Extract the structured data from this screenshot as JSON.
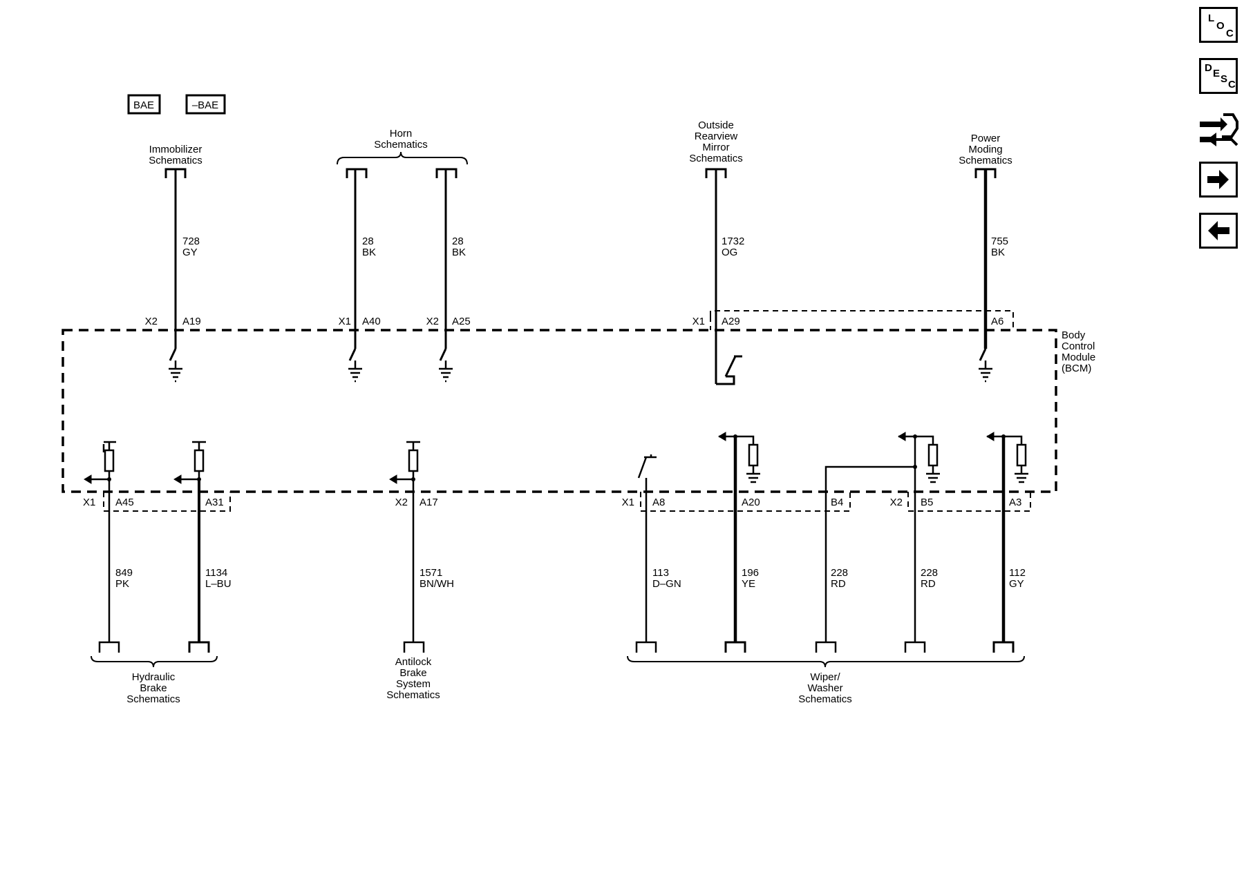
{
  "options": {
    "bae": "BAE",
    "no_bae": "–BAE"
  },
  "nav": {
    "loc": {
      "l1": "L",
      "l2": "O",
      "l3": "C"
    },
    "desc": {
      "l1": "D",
      "l2": "E",
      "l3": "S",
      "l4": "C"
    },
    "icons": [
      "loc-icon",
      "desc-icon",
      "connector-tool-icon",
      "next-arrow-icon",
      "previous-arrow-icon"
    ]
  },
  "module": {
    "line1": "Body",
    "line2": "Control",
    "line3": "Module",
    "line4": "(BCM)"
  },
  "top_destinations": {
    "immobilizer": {
      "line1": "Immobilizer",
      "line2": "Schematics"
    },
    "horn": {
      "line1": "Horn",
      "line2": "Schematics"
    },
    "mirror": {
      "line1": "Outside",
      "line2": "Rearview",
      "line3": "Mirror",
      "line4": "Schematics"
    },
    "power": {
      "line1": "Power",
      "line2": "Moding",
      "line3": "Schematics"
    }
  },
  "bottom_destinations": {
    "hydraulic": {
      "line1": "Hydraulic",
      "line2": "Brake",
      "line3": "Schematics"
    },
    "abs": {
      "line1": "Antilock",
      "line2": "Brake",
      "line3": "System",
      "line4": "Schematics"
    },
    "wiper": {
      "line1": "Wiper/",
      "line2": "Washer",
      "line3": "Schematics"
    }
  },
  "top_circuits": [
    {
      "connector": "X2",
      "pin": "A19",
      "circuit": "728",
      "color": "GY"
    },
    {
      "connector": "X1",
      "pin": "A40",
      "circuit": "28",
      "color": "BK"
    },
    {
      "connector": "X2",
      "pin": "A25",
      "circuit": "28",
      "color": "BK"
    },
    {
      "connector": "X1",
      "pin": "A29",
      "circuit": "1732",
      "color": "OG"
    },
    {
      "connector": "",
      "pin": "A6",
      "circuit": "755",
      "color": "BK"
    }
  ],
  "bottom_circuits": [
    {
      "connector": "X1",
      "pin": "A45",
      "circuit": "849",
      "color": "PK"
    },
    {
      "connector": "",
      "pin": "A31",
      "circuit": "1134",
      "color": "L–BU"
    },
    {
      "connector": "X2",
      "pin": "A17",
      "circuit": "1571",
      "color": "BN/WH"
    },
    {
      "connector": "X1",
      "pin": "A8",
      "circuit": "113",
      "color": "D–GN"
    },
    {
      "connector": "",
      "pin": "A20",
      "circuit": "196",
      "color": "YE"
    },
    {
      "connector": "",
      "pin": "B4",
      "circuit": "228",
      "color": "RD"
    },
    {
      "connector": "X2",
      "pin": "B5",
      "circuit": "228",
      "color": "RD"
    },
    {
      "connector": "",
      "pin": "A3",
      "circuit": "112",
      "color": "GY"
    }
  ]
}
